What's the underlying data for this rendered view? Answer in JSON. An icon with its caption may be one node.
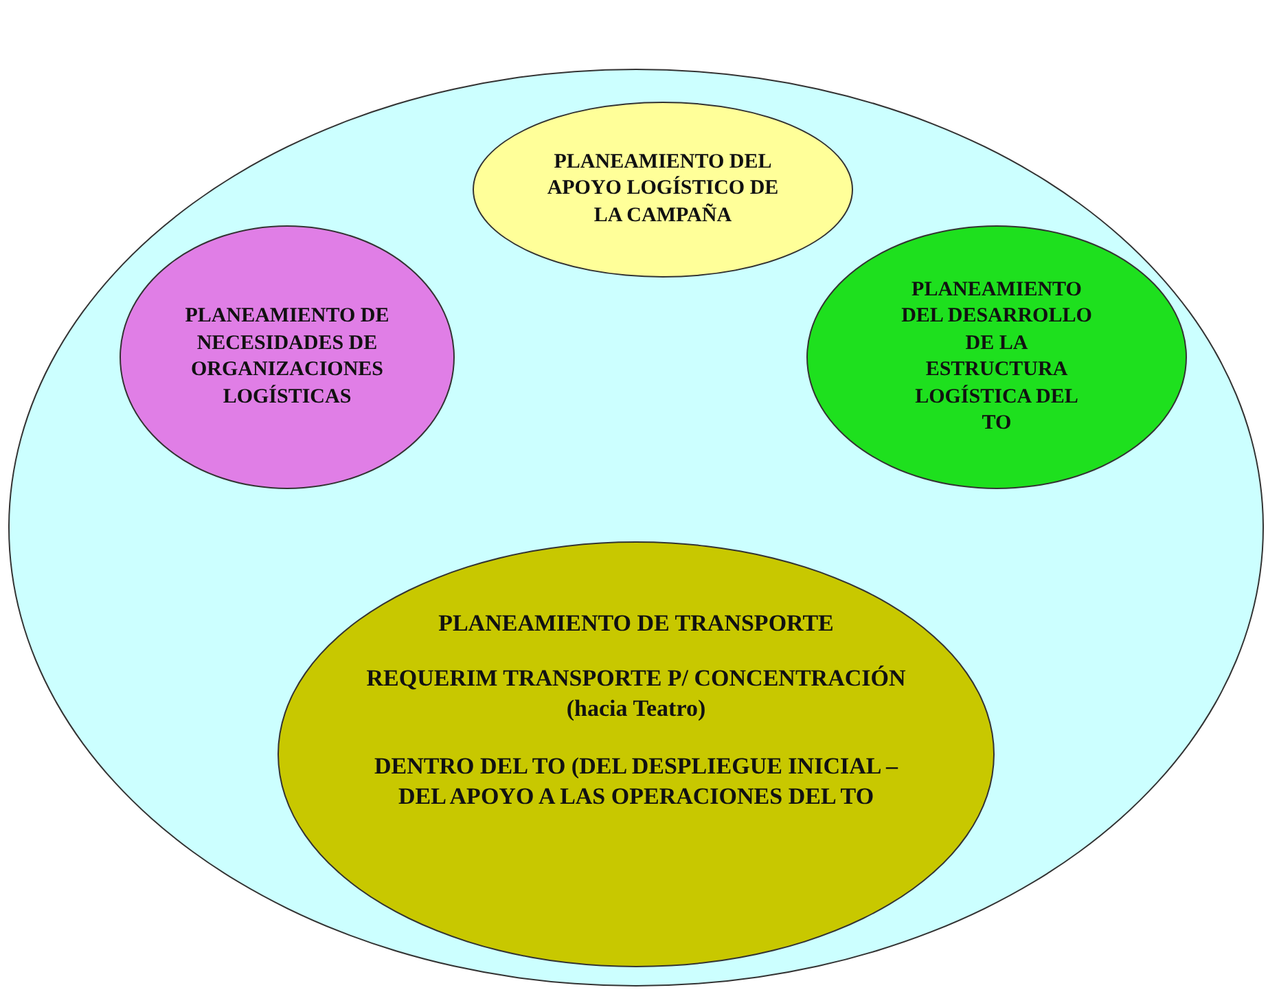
{
  "diagram": {
    "nodes": [
      {
        "text": [],
        "shape": "ellipse"
      },
      {
        "text": [
          "PLANEAMIENTO DEL APOYO LOGÍSTICO DE LA CAMPAÑA"
        ],
        "in": 0
      },
      {
        "text": [
          "PLANEAMIENTO DE NECESIDADES DE ORGANIZACIONES LOGÍSTICAS"
        ],
        "in": 0
      },
      {
        "text": [
          "PLANEAMIENTO DEL DESARROLLO DE LA ESTRUCTURA LOGÍSTICA DEL TO"
        ],
        "in": 0
      },
      {
        "text": [
          "PLANEAMIENTO DE TRANSPORTE",
          "REQUERIM TRANSPORTE P/ CONCENTRACIÓN (hacia Teatro)",
          "DENTRO DEL TO (DEL DESPLIEGUE INICIAL – DEL APOYO A LAS OPERACIONES DEL TO"
        ],
        "in": 0
      }
    ]
  }
}
